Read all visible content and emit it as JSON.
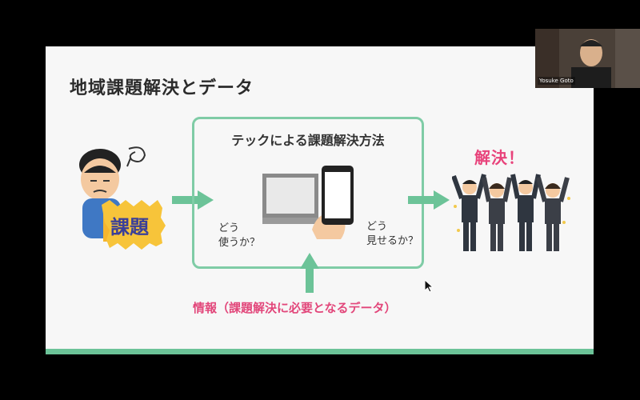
{
  "slide": {
    "title": "地域課題解決とデータ",
    "box_title": "テックによる課題解決方法",
    "question_left_line1": "どう",
    "question_left_line2": "使うか？",
    "question_right_line1": "どう",
    "question_right_line2": "見せるか？",
    "kadai_label": "課題",
    "result_label": "解決！",
    "info_label": "情報（課題解決に必要となるデータ）",
    "accent_green": "#6cc398",
    "accent_pink": "#e2467a"
  },
  "webcam": {
    "participant_name": "Yosuke Goto"
  }
}
